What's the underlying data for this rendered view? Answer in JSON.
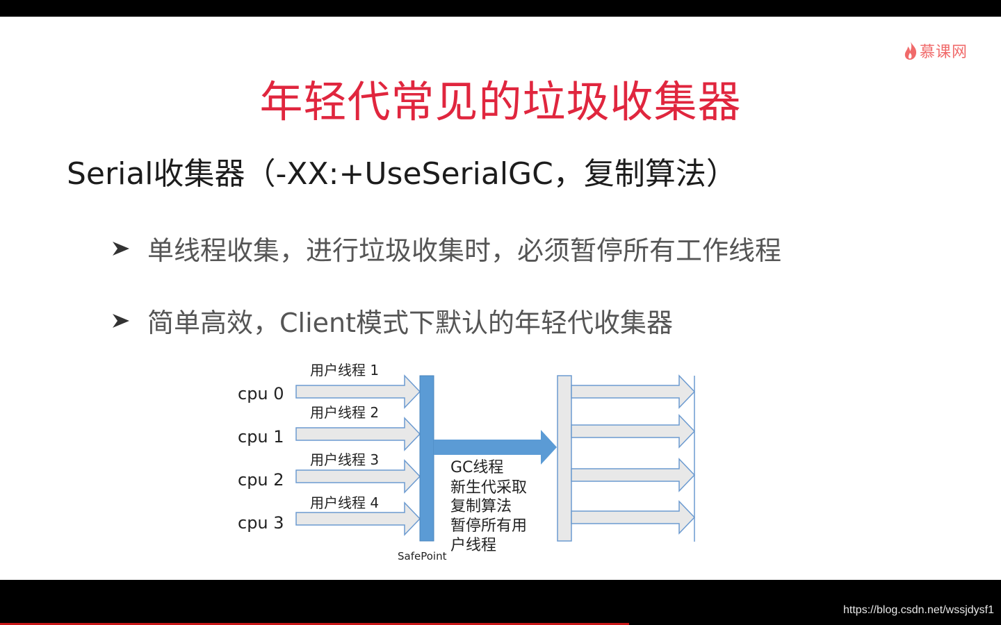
{
  "logo": {
    "text": "慕课网",
    "icon": "flame-icon"
  },
  "slide": {
    "title": "年轻代常见的垃圾收集器",
    "heading": "Serial收集器（-XX:+UseSerialGC，复制算法）",
    "bullets": [
      "单线程收集，进行垃圾收集时，必须暂停所有工作线程",
      "简单高效，Client模式下默认的年轻代收集器"
    ]
  },
  "diagram": {
    "cpus": [
      "cpu 0",
      "cpu 1",
      "cpu 2",
      "cpu 3"
    ],
    "threads": [
      "用户线程 1",
      "用户线程 2",
      "用户线程 3",
      "用户线程 4"
    ],
    "gc_lines": [
      "GC线程",
      "新生代采取",
      "复制算法",
      "暂停所有用",
      "户线程"
    ],
    "safepoint": "SafePoint",
    "colors": {
      "safepoint_bar": "#5b9bd5",
      "arrow_fill": "#e8e8e8",
      "arrow_stroke": "#6b9ad0"
    }
  },
  "footer": {
    "watermark": "https://blog.csdn.net/wssjdysf1"
  }
}
